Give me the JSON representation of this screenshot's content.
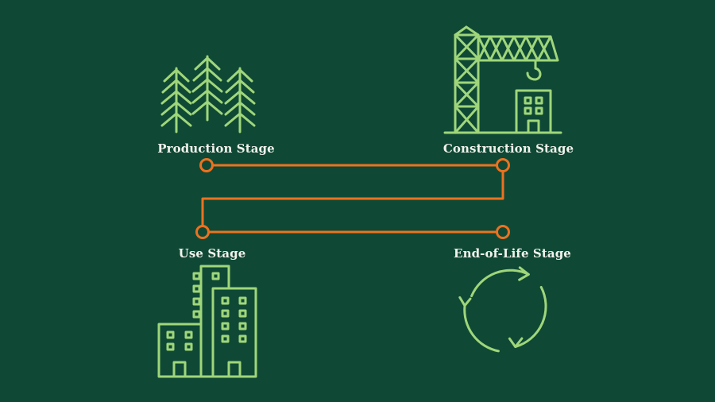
{
  "stages": {
    "production": {
      "label": "Production Stage",
      "icon": "forest-icon"
    },
    "construction": {
      "label": "Construction Stage",
      "icon": "crane-building-icon"
    },
    "use": {
      "label": "Use Stage",
      "icon": "city-buildings-icon"
    },
    "end_of_life": {
      "label": "End-of-Life Stage",
      "icon": "recycle-arrows-icon"
    }
  },
  "colors": {
    "background": "#0f4935",
    "icon_green": "#9fd67a",
    "connector_orange": "#ec7220",
    "label_text": "#f2f2ec"
  }
}
